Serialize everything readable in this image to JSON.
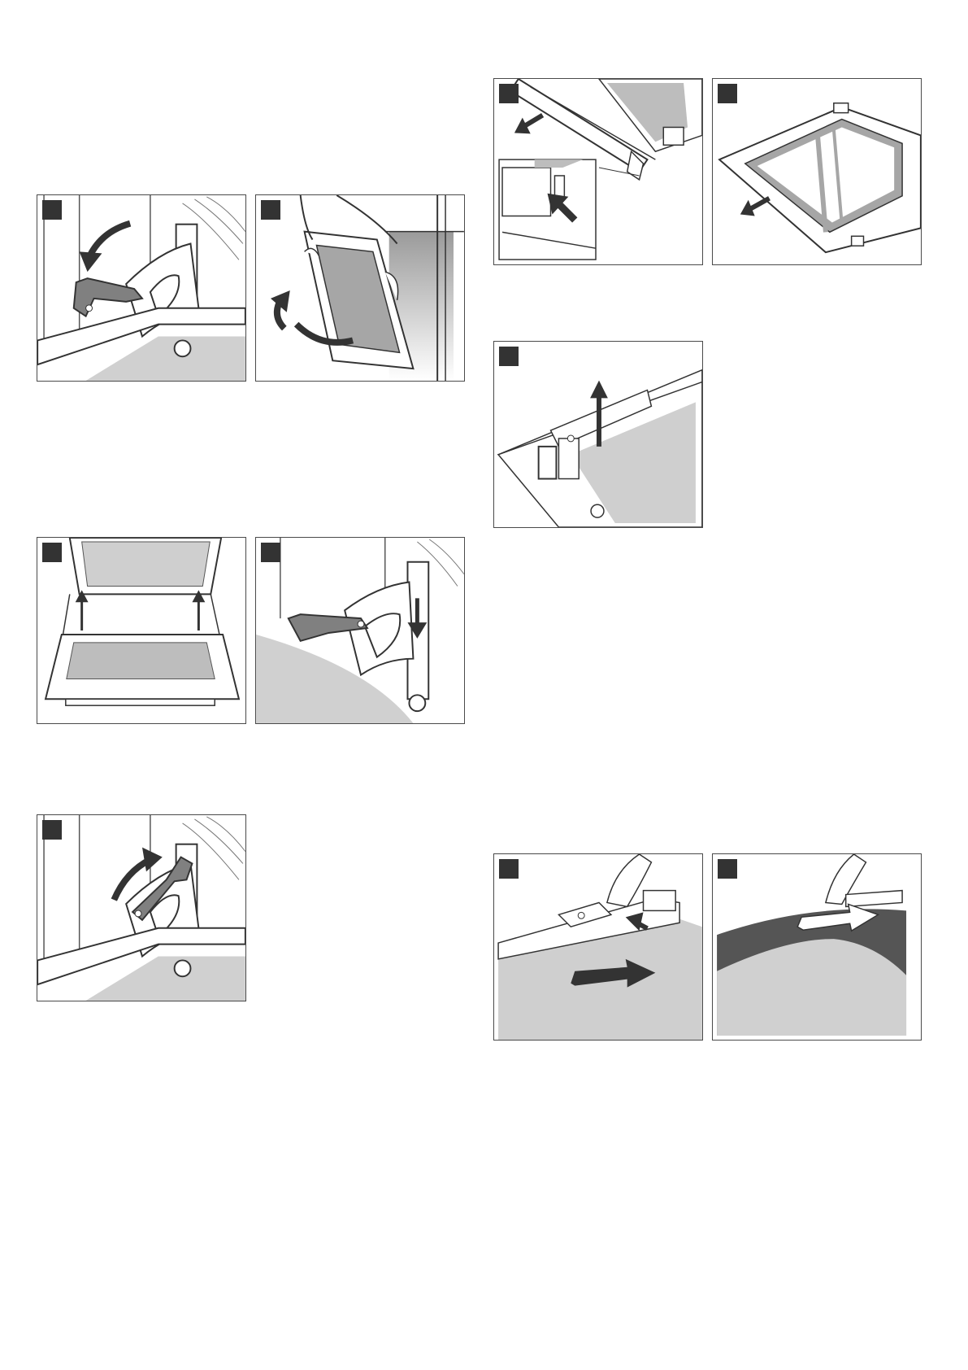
{
  "page": {
    "title": ""
  },
  "colors": {
    "marker": "#333333",
    "frame": "#4a4a4a",
    "glass": "#a6a6a6",
    "shade": "#cfcfcf",
    "dark": "#555555"
  },
  "figures": [
    {
      "id": "fig-hinge-lever-open",
      "step_marker": "",
      "icon": "hinge-lever-icon"
    },
    {
      "id": "fig-lift-door",
      "step_marker": "",
      "icon": "door-icon"
    },
    {
      "id": "fig-insert-door",
      "step_marker": "",
      "icon": "door-icon"
    },
    {
      "id": "fig-hinge-lower",
      "step_marker": "",
      "icon": "hinge-lever-icon"
    },
    {
      "id": "fig-hinge-lever-close",
      "step_marker": "",
      "icon": "hinge-lever-icon"
    },
    {
      "id": "fig-cover-strip",
      "step_marker": "",
      "icon": "cover-strip-icon"
    },
    {
      "id": "fig-remove-pane",
      "step_marker": "",
      "icon": "glass-pane-icon"
    },
    {
      "id": "fig-clip-lift",
      "step_marker": "",
      "icon": "clip-icon"
    },
    {
      "id": "fig-pane-slide",
      "step_marker": "",
      "icon": "glass-pane-icon"
    },
    {
      "id": "fig-pane-push",
      "step_marker": "",
      "icon": "glass-pane-icon"
    }
  ]
}
